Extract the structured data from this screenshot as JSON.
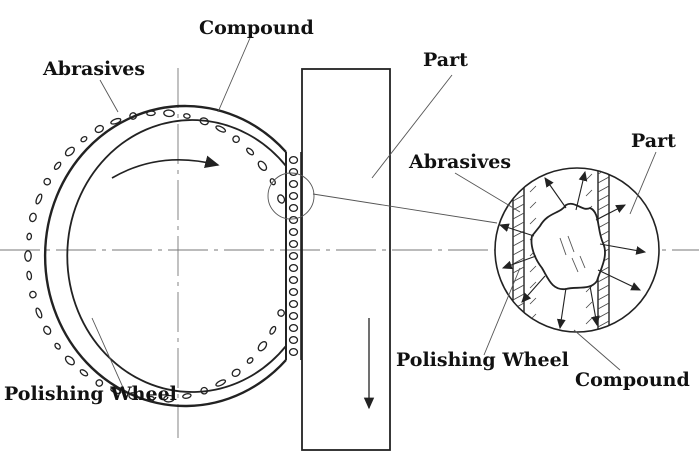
{
  "diagram": {
    "labels": {
      "compound_top": "Compound",
      "abrasives_left": "Abrasives",
      "part_top": "Part",
      "abrasives_detail": "Abrasives",
      "part_detail": "Part",
      "polishing_wheel_left": "Polishing Wheel",
      "polishing_wheel_detail": "Polishing Wheel",
      "compound_detail": "Compound"
    },
    "colors": {
      "line": "#222222",
      "background": "#ffffff"
    },
    "icons": [
      "rotation-arrow-icon",
      "feed-direction-arrow-icon"
    ]
  }
}
